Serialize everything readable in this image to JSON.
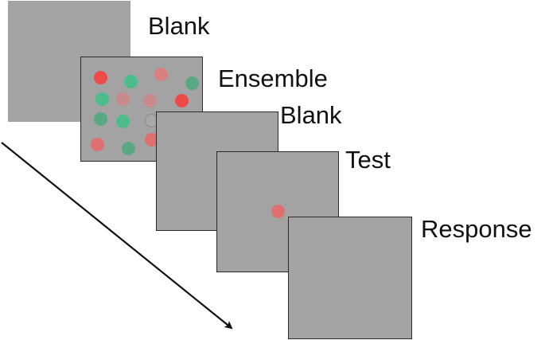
{
  "frames": [
    {
      "label": "Blank"
    },
    {
      "label": "Ensemble"
    },
    {
      "label": "Blank"
    },
    {
      "label": "Test"
    },
    {
      "label": "Response"
    }
  ],
  "colors": {
    "background": "#ffffff",
    "panel": "#a3a3a3",
    "panel_border": "#2a2a2a",
    "arrow": "#111111",
    "red_strong": "#ef4a4a",
    "red_mid": "#e07070",
    "red_faint": "#c88a8a",
    "green_strong": "#4bbd8a",
    "green_mid": "#5aa882",
    "green_faint": "#7a9b88"
  },
  "arrow_icon": "time-arrow-icon"
}
